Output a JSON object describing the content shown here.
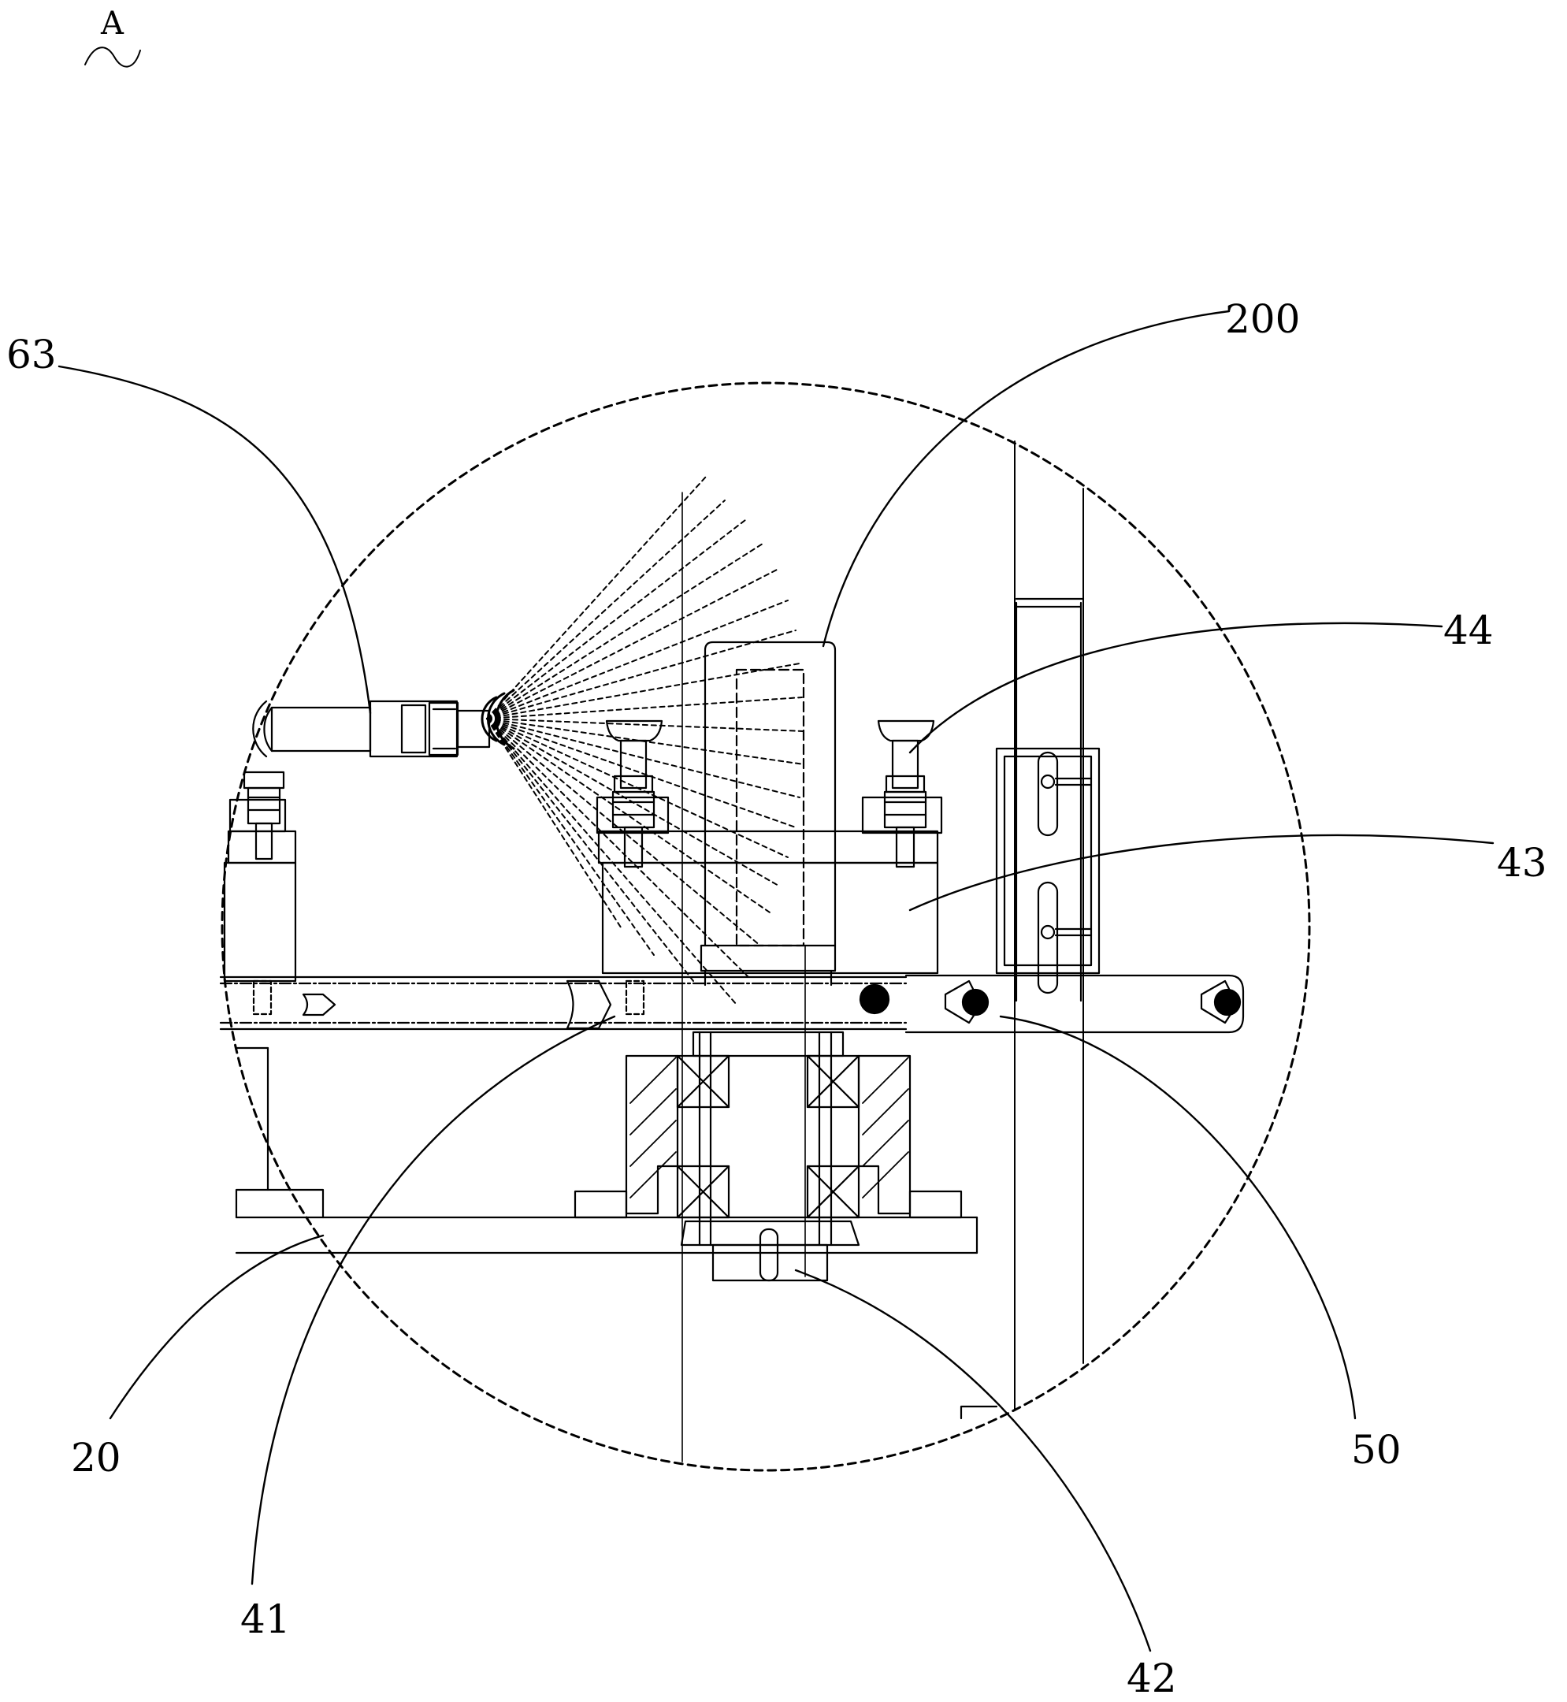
{
  "view": {
    "letter": "A"
  },
  "callouts": [
    {
      "id": "63",
      "text": "63"
    },
    {
      "id": "200",
      "text": "200"
    },
    {
      "id": "44",
      "text": "44"
    },
    {
      "id": "43",
      "text": "43"
    },
    {
      "id": "50",
      "text": "50"
    },
    {
      "id": "20",
      "text": "20"
    },
    {
      "id": "41",
      "text": "41"
    },
    {
      "id": "42",
      "text": "42"
    }
  ],
  "colors": {
    "line": "#000000",
    "background": "#ffffff"
  }
}
